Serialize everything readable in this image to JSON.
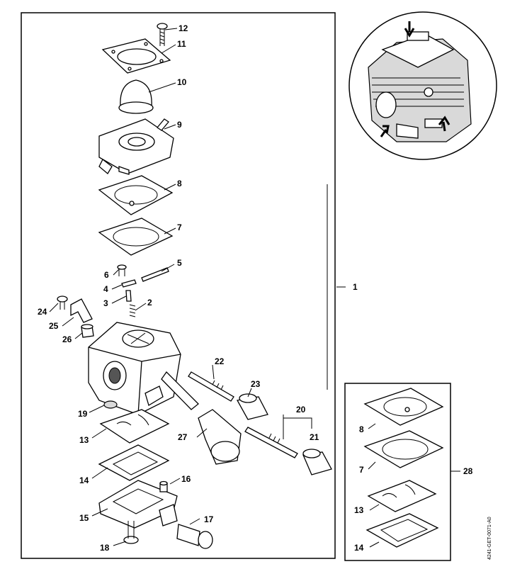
{
  "callouts": {
    "c1": "1",
    "c2": "2",
    "c3": "3",
    "c4": "4",
    "c5": "5",
    "c6": "6",
    "c7": "7",
    "c8": "8",
    "c9": "9",
    "c10": "10",
    "c11": "11",
    "c12": "12",
    "c13": "13",
    "c14": "14",
    "c15": "15",
    "c16": "16",
    "c17": "17",
    "c18": "18",
    "c19": "19",
    "c20": "20",
    "c21": "21",
    "c22": "22",
    "c23": "23",
    "c24": "24",
    "c25": "25",
    "c26": "26",
    "c27": "27",
    "c28": "28",
    "k8": "8",
    "k7": "7",
    "k13": "13",
    "k14": "14"
  },
  "drawing_code": "4241-GET-0071-A0"
}
